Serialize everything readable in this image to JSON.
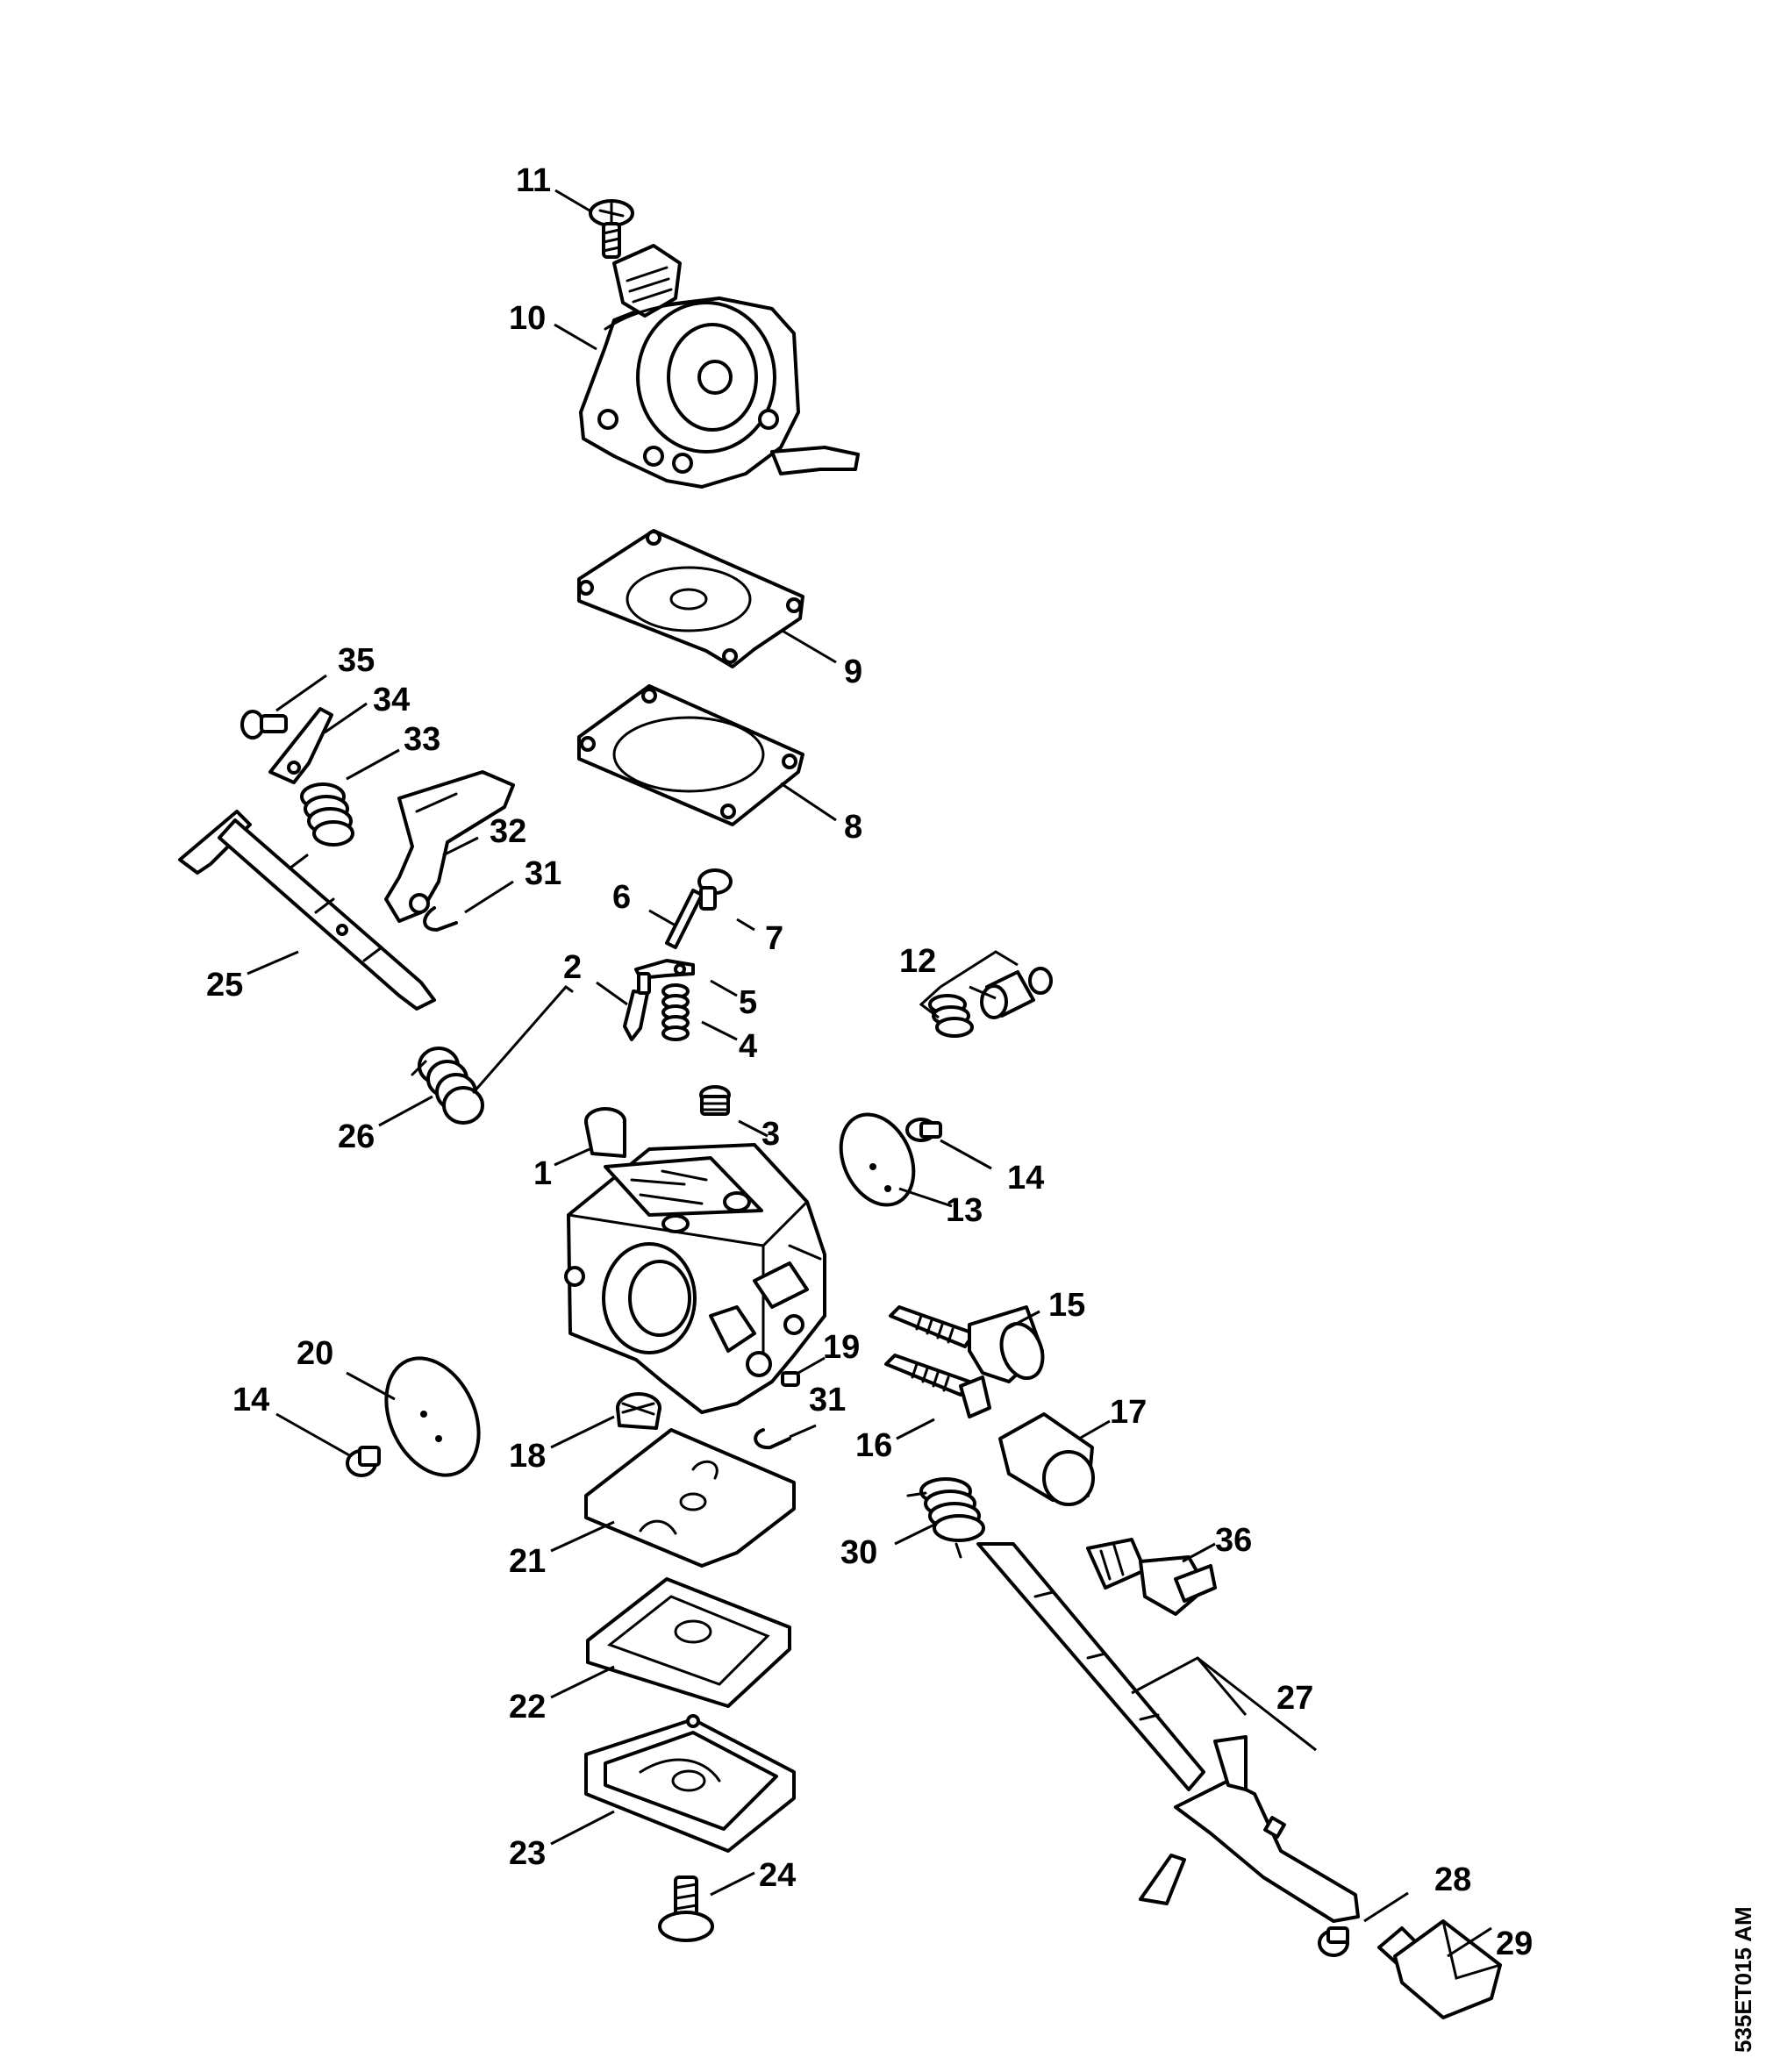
{
  "diagram_code": "535ET015 AM",
  "labels": {
    "p1": "1",
    "p2": "2",
    "p3": "3",
    "p4": "4",
    "p5": "5",
    "p6": "6",
    "p7": "7",
    "p8": "8",
    "p9": "9",
    "p10": "10",
    "p11": "11",
    "p12": "12",
    "p13": "13",
    "p14a": "14",
    "p14b": "14",
    "p15": "15",
    "p16": "16",
    "p17": "17",
    "p18": "18",
    "p19": "19",
    "p20": "20",
    "p21": "21",
    "p22": "22",
    "p23": "23",
    "p24": "24",
    "p25": "25",
    "p26": "26",
    "p27": "27",
    "p28": "28",
    "p29": "29",
    "p30": "30",
    "p31a": "31",
    "p31b": "31",
    "p32": "32",
    "p33": "33",
    "p34": "34",
    "p35": "35",
    "p36": "36"
  }
}
